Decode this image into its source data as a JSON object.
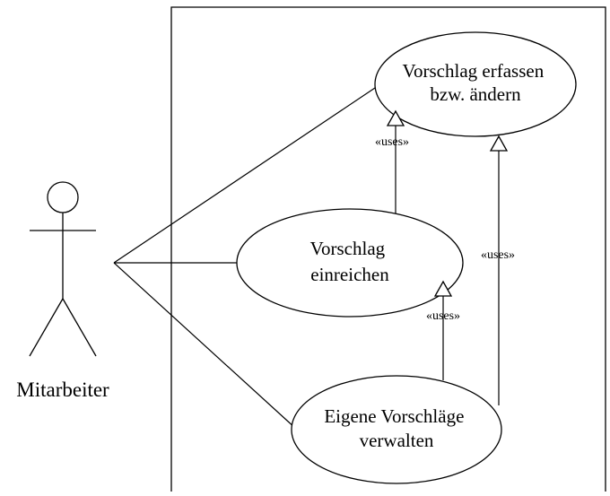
{
  "actor": {
    "name": "Mitarbeiter"
  },
  "use_cases": [
    {
      "id": "erfassen",
      "lines": [
        "Vorschlag erfassen",
        "bzw. ändern"
      ]
    },
    {
      "id": "einreichen",
      "lines": [
        "Vorschlag",
        "einreichen"
      ]
    },
    {
      "id": "verwalten",
      "lines": [
        "Eigene Vorschläge",
        "verwalten"
      ]
    }
  ],
  "relationships": [
    {
      "from": "einreichen",
      "to": "erfassen",
      "stereotype": "«uses»"
    },
    {
      "from": "verwalten",
      "to": "einreichen",
      "stereotype": "«uses»"
    },
    {
      "from": "verwalten",
      "to": "erfassen",
      "stereotype": "«uses»"
    }
  ],
  "colors": {
    "stroke": "#000000",
    "background": "#ffffff"
  }
}
